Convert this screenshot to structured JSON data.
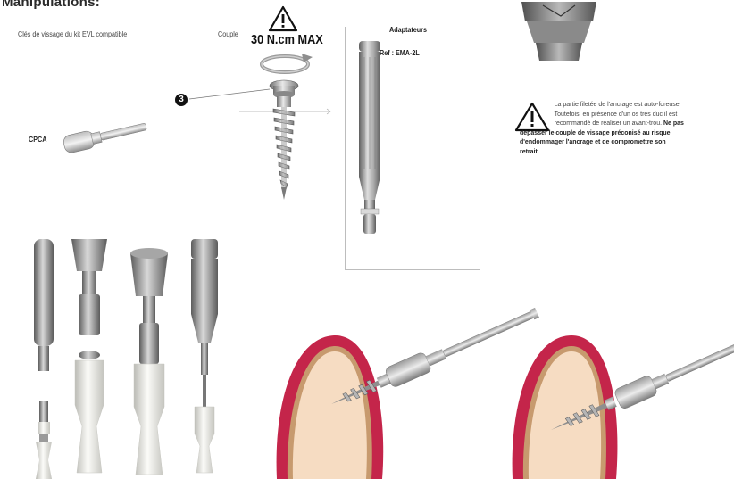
{
  "title": "Manipulations:",
  "subtitle": "Clés de vissage du kit EVL compatible",
  "torque": {
    "label": "Couple",
    "value": "30 N.cm MAX",
    "step_number": "3"
  },
  "tool_label": "CPCA",
  "adapters": {
    "heading": "Adaptateurs",
    "reference": "Ref : EMA-2L"
  },
  "warning": {
    "line1": "La partie filetée de l'ancrage est auto-foreuse.",
    "line2": "Toutefois, en présence d'un os très duc il est",
    "line3_normal": "recommandé de réaliser un avant-trou. ",
    "line3_bold": "Ne pas",
    "line4": "dépasser le couple de vissage préconisé au risque",
    "line5": "d'endommager l'ancrage et de compromettre son",
    "line6": "retrait."
  },
  "colors": {
    "gum": "#c4254a",
    "bone_outer": "#c79a6e",
    "bone_inner": "#f6dcc2",
    "metal": "#9a9a9a",
    "handle": "#e7e6e1"
  }
}
